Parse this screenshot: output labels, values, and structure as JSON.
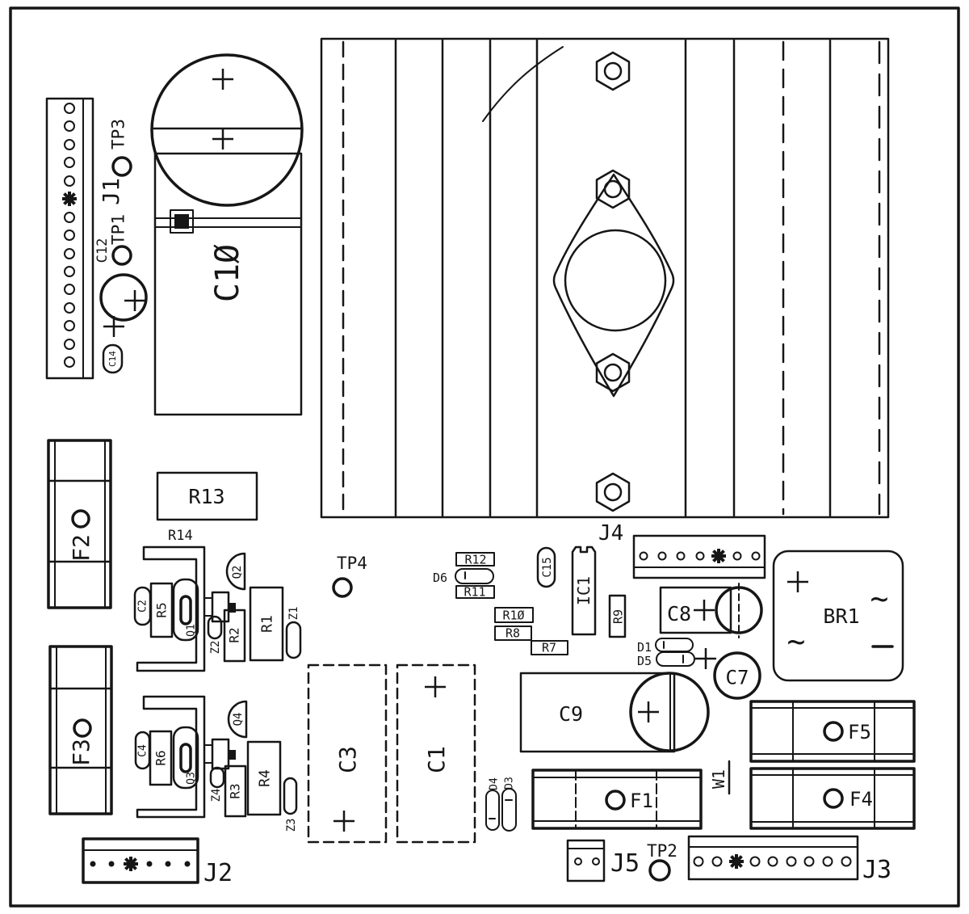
{
  "document": {
    "kind": "PCB component placement (silkscreen assembly) drawing",
    "ink_color": "#161616",
    "paper_color": "#ffffff"
  },
  "labels": {
    "j1": "J1",
    "j2": "J2",
    "j3": "J3",
    "j4": "J4",
    "j5": "J5",
    "tp1": "TP1",
    "tp2": "TP2",
    "tp3": "TP3",
    "tp4": "TP4",
    "c1": "C1",
    "c2": "C2",
    "c3": "C3",
    "c4": "C4",
    "c7": "C7",
    "c8": "C8",
    "c9": "C9",
    "c10": "C1Ø",
    "c12": "C12",
    "c14": "C14",
    "c15": "C15",
    "r1": "R1",
    "r2": "R2",
    "r3": "R3",
    "r4": "R4",
    "r5": "R5",
    "r6": "R6",
    "r7": "R7",
    "r8": "R8",
    "r9": "R9",
    "r10": "R1Ø",
    "r11": "R11",
    "r12": "R12",
    "r13": "R13",
    "r14": "R14",
    "f1": "F1",
    "f2": "F2",
    "f3": "F3",
    "f4": "F4",
    "f5": "F5",
    "q1": "Q1",
    "q2": "Q2",
    "q3": "Q3",
    "q4": "Q4",
    "z1": "Z1",
    "z2": "Z2",
    "z3": "Z3",
    "z4": "Z4",
    "d1": "D1",
    "d3": "D3",
    "d4": "D4",
    "d5": "D5",
    "d6": "D6",
    "ic1": "IC1",
    "br1": "BR1",
    "w1": "W1"
  },
  "symbols": {
    "ac_wave": "~"
  },
  "connectors": {
    "J1": {
      "pins": 15,
      "marked_pin": 6,
      "orientation": "vertical"
    },
    "J2": {
      "pins": 6,
      "marked_pin": 3,
      "orientation": "horizontal"
    },
    "J3": {
      "pins": 9,
      "marked_pin": 3,
      "orientation": "horizontal"
    },
    "J4": {
      "pins": 7,
      "marked_pin": 5,
      "orientation": "horizontal"
    },
    "J5": {
      "pins": 2,
      "marked_pin": 0,
      "orientation": "horizontal"
    }
  }
}
